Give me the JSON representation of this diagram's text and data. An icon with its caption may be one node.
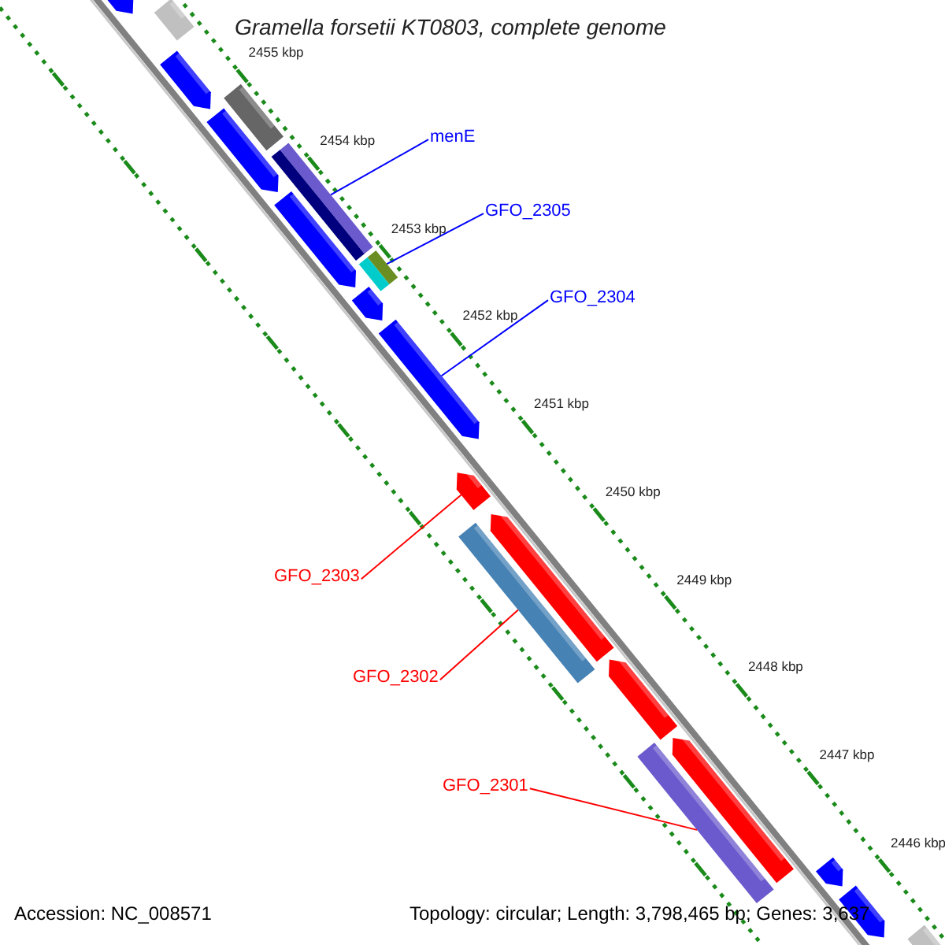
{
  "diagram": {
    "title": "Gramella forsetii KT0803, complete genome",
    "nodes": [
      {
        "text": [
          "menE"
        ]
      },
      {
        "text": [
          "GFO_2305"
        ]
      },
      {
        "text": [
          "GFO_2304"
        ]
      },
      {
        "text": [
          "GFO_2303"
        ]
      },
      {
        "text": [
          "GFO_2302"
        ]
      },
      {
        "text": [
          "GFO_2301"
        ]
      },
      {
        "text": [],
        "shape": "bar"
      },
      {
        "text": [],
        "shape": "arrow"
      },
      {
        "text": [],
        "shape": "arrow"
      },
      {
        "text": [],
        "shape": "bar"
      },
      {
        "text": [],
        "shape": "arrow"
      },
      {
        "text": [],
        "shape": "bar"
      },
      {
        "text": [],
        "shape": "arrow"
      },
      {
        "text": [],
        "shape": "bar"
      },
      {
        "text": [],
        "shape": "arrow"
      },
      {
        "text": [],
        "shape": "arrow"
      },
      {
        "text": [],
        "shape": "arrow"
      },
      {
        "text": [],
        "shape": "bar"
      },
      {
        "text": [],
        "shape": "arrow"
      },
      {
        "text": [],
        "shape": "arrow"
      },
      {
        "text": [],
        "shape": "bar"
      },
      {
        "text": [],
        "shape": "arrow"
      },
      {
        "text": [],
        "shape": "arrow"
      },
      {
        "text": [],
        "shape": "arrow"
      },
      {
        "text": [],
        "shape": "bar"
      }
    ],
    "edges": [
      {
        "from": 0,
        "to": 11,
        "arrow": "none"
      },
      {
        "from": 1,
        "to": 13,
        "arrow": "none"
      },
      {
        "from": 2,
        "to": 15,
        "arrow": "none"
      },
      {
        "from": 3,
        "to": 16,
        "arrow": "none",
        "color": "#ff0000"
      },
      {
        "from": 4,
        "to": 17,
        "arrow": "none",
        "color": "#ff0000"
      },
      {
        "from": 5,
        "to": 20,
        "arrow": "none",
        "color": "#ff0000"
      }
    ],
    "labels": [
      "2455 kbp",
      "2454 kbp",
      "2453 kbp",
      "2452 kbp",
      "2451 kbp",
      "2450 kbp",
      "2449 kbp",
      "2448 kbp",
      "2447 kbp",
      "2446 kbp",
      "Accession: NC_008571",
      "Topology: circular; Length: 3,798,465 bp; Genes: 3,637"
    ]
  }
}
